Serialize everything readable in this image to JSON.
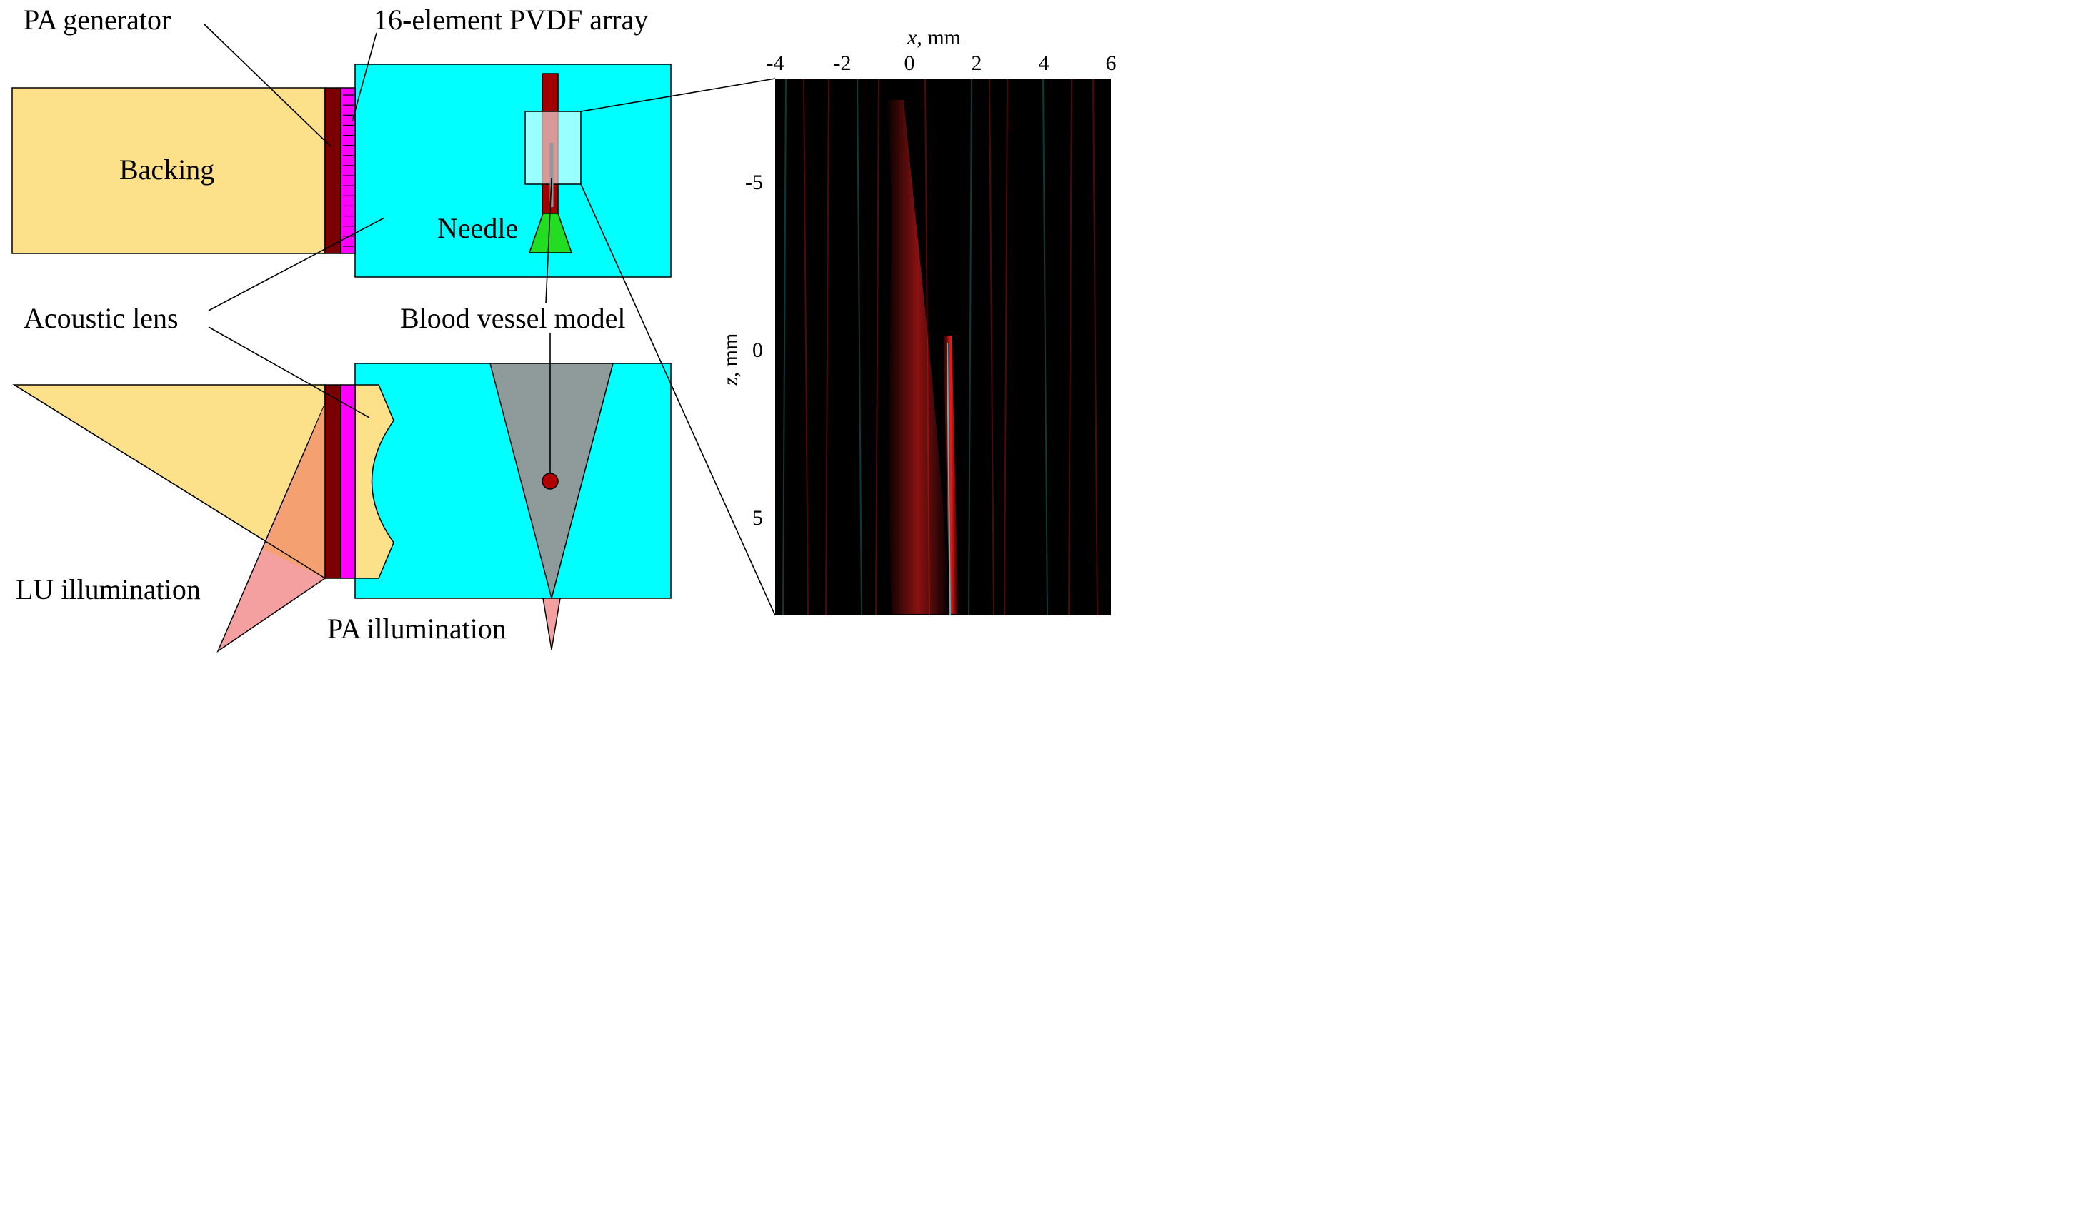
{
  "labels": {
    "pa_generator": "PA generator",
    "pvdf_array": "16-element PVDF array",
    "backing": "Backing",
    "needle": "Needle",
    "acoustic_lens": "Acoustic lens",
    "blood_vessel_model": "Blood vessel model",
    "lu_illumination": "LU illumination",
    "pa_illumination": "PA illumination"
  },
  "image_panel": {
    "x_axis": {
      "var": "x",
      "unit": ", mm",
      "ticks": [
        "-4",
        "-2",
        "0",
        "2",
        "4",
        "6"
      ]
    },
    "z_axis": {
      "var": "z",
      "unit": ", mm",
      "ticks": [
        "-5",
        "0",
        "5"
      ]
    }
  },
  "colors": {
    "backing": "#fde08a",
    "water": "#00ffff",
    "pa_generator": "#7a0000",
    "pvdf": "#ff00ff",
    "needle_tube": "#a00000",
    "needle_hub": "#22dd22",
    "vessel": "#b00000",
    "pa_beam": "#8f9b9b",
    "lu_beam": "#f4a0a0",
    "lu_overlap": "#f4a070",
    "image_bg": "#000000",
    "image_red": "#ff2020",
    "image_cyan": "#40e0e0"
  }
}
